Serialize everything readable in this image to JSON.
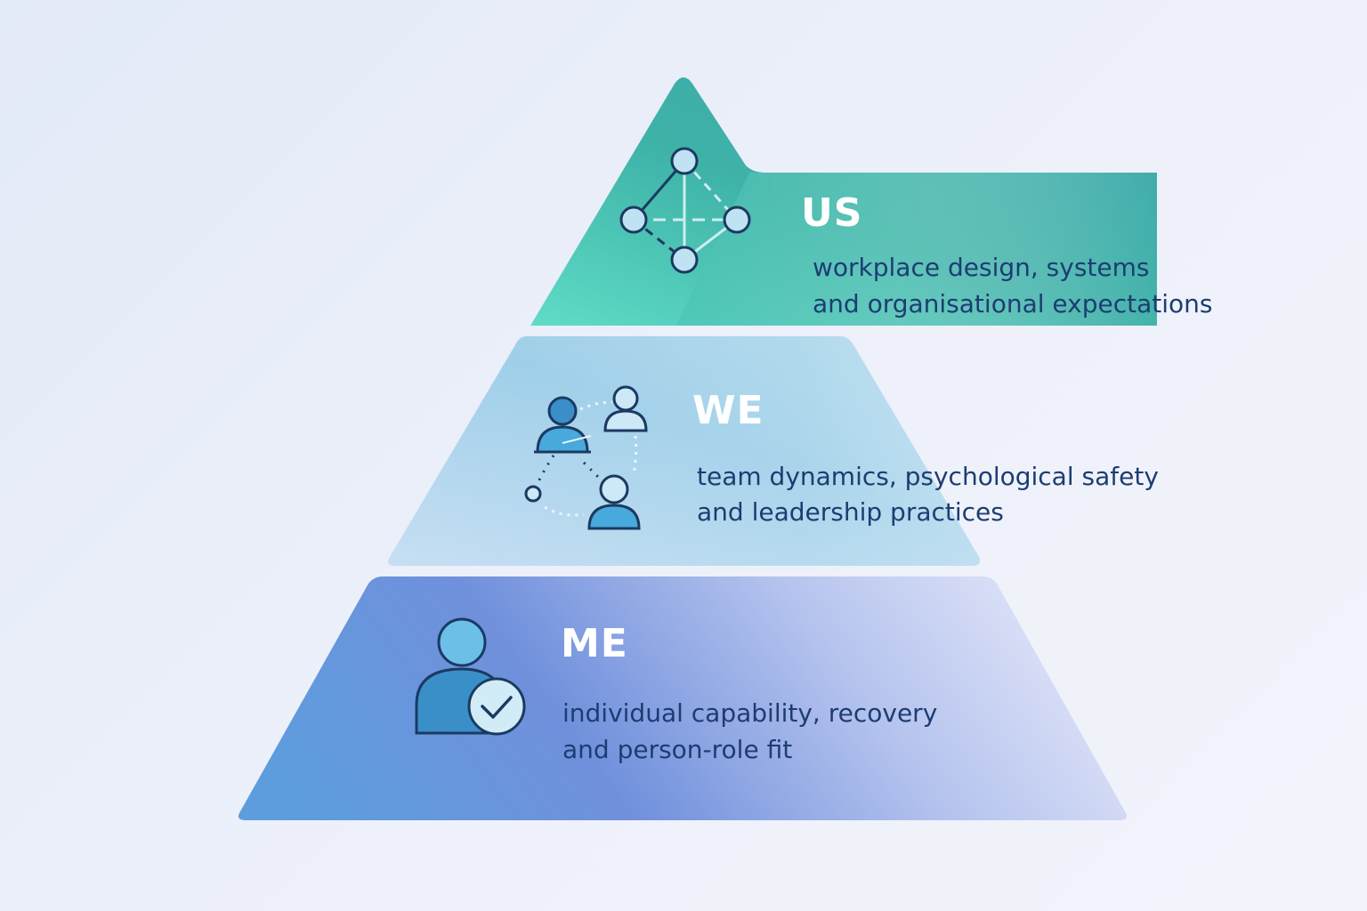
{
  "diagram": {
    "tiers": [
      {
        "id": "us",
        "title": "US",
        "description_line1": "workplace design, systems",
        "description_line2": "and organisational expectations",
        "icon": "network-icon",
        "color_start": "#4fd8c4",
        "color_end": "#3aa9a6"
      },
      {
        "id": "we",
        "title": "WE",
        "description_line1": "team dynamics, psychological safety",
        "description_line2": "and leadership practices",
        "icon": "team-people-icon",
        "color_start": "#c0dcf2",
        "color_end": "#93c9e6"
      },
      {
        "id": "me",
        "title": "ME",
        "description_line1": "individual capability, recovery",
        "description_line2": "and person-role fit",
        "icon": "person-check-icon",
        "color_start": "#6a9ee0",
        "color_end": "#d9e0f6"
      }
    ]
  }
}
